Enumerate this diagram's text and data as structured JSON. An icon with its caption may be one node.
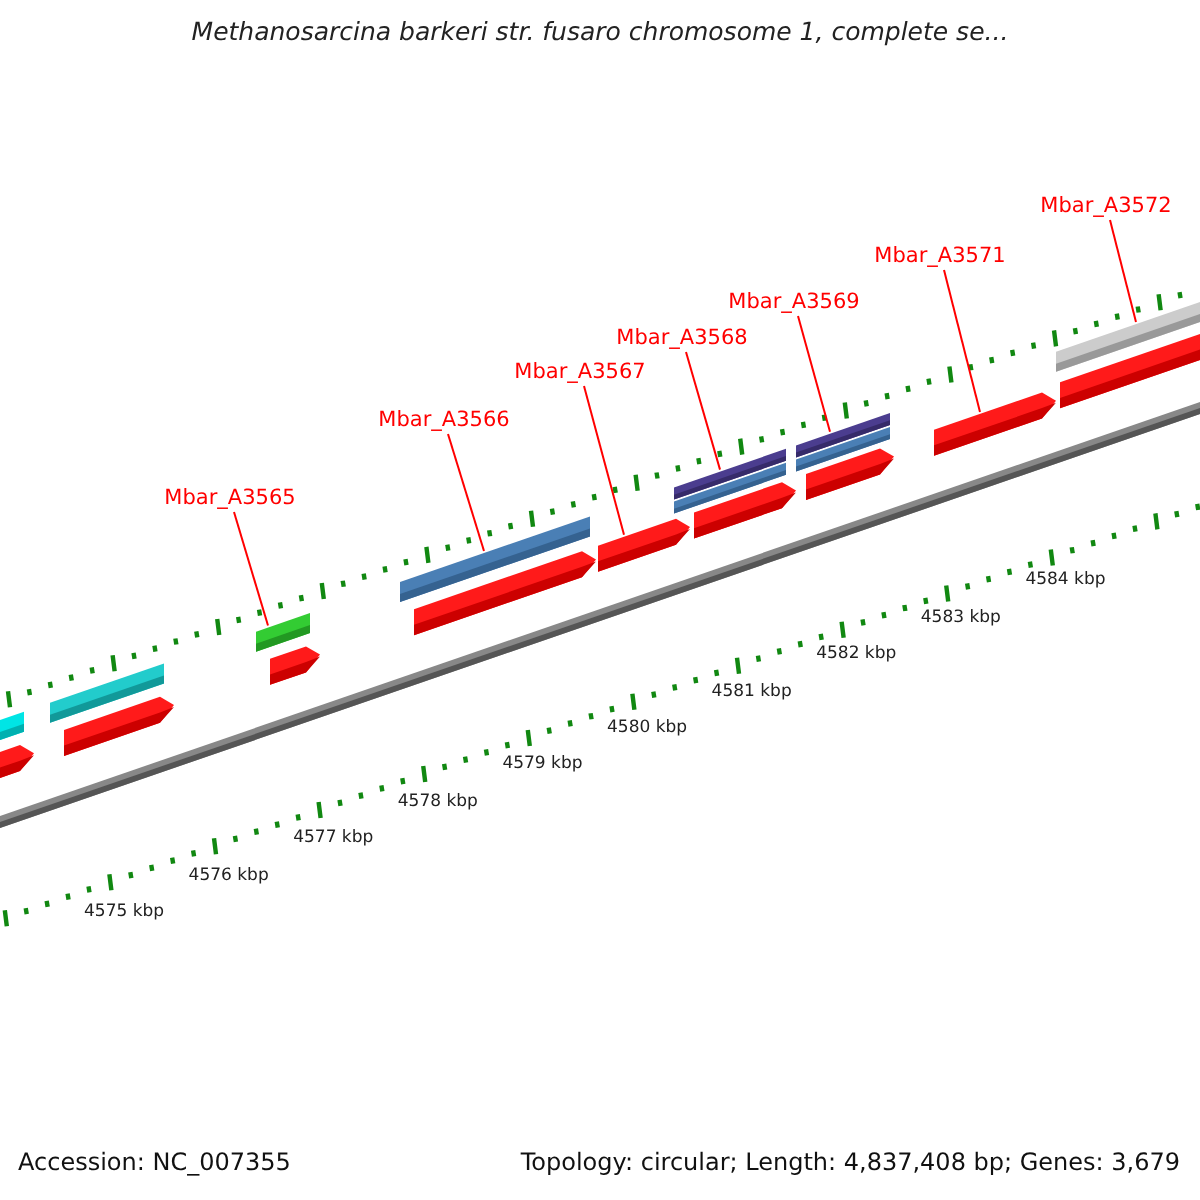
{
  "diagram": {
    "title": "Methanosarcina barkeri str. fusaro chromosome 1, complete se...",
    "nodes": [
      {
        "text": [
          "Mbar_A3565"
        ]
      },
      {
        "text": [
          "Mbar_A3566"
        ]
      },
      {
        "text": [
          "Mbar_A3567"
        ]
      },
      {
        "text": [
          "Mbar_A3568"
        ]
      },
      {
        "text": [
          "Mbar_A3569"
        ]
      },
      {
        "text": [
          "Mbar_A3571"
        ]
      },
      {
        "text": [
          "Mbar_A3572"
        ]
      },
      {
        "text": [],
        "shape": "bar"
      },
      {
        "text": [],
        "shape": "arrow"
      },
      {
        "text": [],
        "shape": "bar"
      },
      {
        "text": [],
        "shape": "arrow"
      },
      {
        "text": [],
        "shape": "bar"
      },
      {
        "text": [],
        "shape": "arrow"
      },
      {
        "text": [],
        "shape": "bar"
      },
      {
        "text": [],
        "shape": "arrow"
      },
      {
        "text": [],
        "shape": "arrow"
      },
      {
        "text": [],
        "shape": "bar"
      },
      {
        "text": [],
        "shape": "bar"
      },
      {
        "text": [],
        "shape": "arrow"
      },
      {
        "text": [],
        "shape": "bar"
      },
      {
        "text": [],
        "shape": "bar"
      },
      {
        "text": [],
        "shape": "arrow"
      },
      {
        "text": [],
        "shape": "arrow"
      },
      {
        "text": [],
        "shape": "bar"
      },
      {
        "text": [],
        "shape": "bar"
      }
    ],
    "edges": [
      {
        "from": 0,
        "to": 11,
        "arrow": "none"
      },
      {
        "from": 1,
        "to": 13,
        "arrow": "none"
      },
      {
        "from": 2,
        "to": 15,
        "arrow": "none"
      },
      {
        "from": 3,
        "to": 16,
        "arrow": "none"
      },
      {
        "from": 4,
        "to": 19,
        "arrow": "none"
      },
      {
        "from": 5,
        "to": 22,
        "arrow": "none"
      },
      {
        "from": 6,
        "to": 23,
        "arrow": "none"
      }
    ],
    "labels": [
      "4584 kbp",
      "4583 kbp",
      "4582 kbp",
      "4581 kbp",
      "4580 kbp",
      "4579 kbp",
      "4578 kbp",
      "4577 kbp",
      "4576 kbp",
      "4575 kbp",
      "Accession: NC_007355",
      "Topology: circular; Length: 4,837,408 bp; Genes: 3,679"
    ]
  }
}
